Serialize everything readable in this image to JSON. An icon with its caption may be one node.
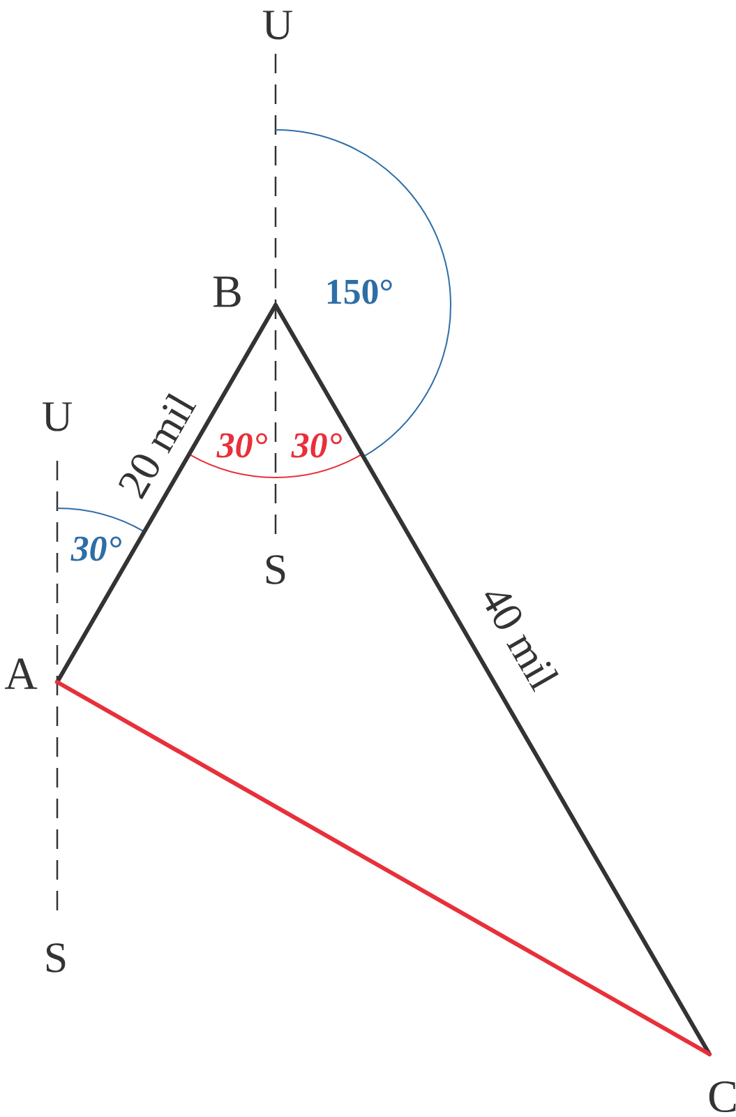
{
  "diagram": {
    "nodes": [
      {
        "text": [
          "A"
        ]
      },
      {
        "text": [
          "B"
        ]
      },
      {
        "text": [
          "C"
        ]
      }
    ],
    "edges": [
      {
        "from": 0,
        "to": 1,
        "arrow": "none",
        "label": "20 mil"
      },
      {
        "from": 1,
        "to": 2,
        "arrow": "none",
        "label": "40 mil"
      },
      {
        "from": 0,
        "to": 2,
        "arrow": "none",
        "color": "#e8303a"
      }
    ],
    "labels": [
      "U",
      "150°",
      "U",
      "30°",
      "30°",
      "30°",
      "S",
      "S"
    ]
  }
}
